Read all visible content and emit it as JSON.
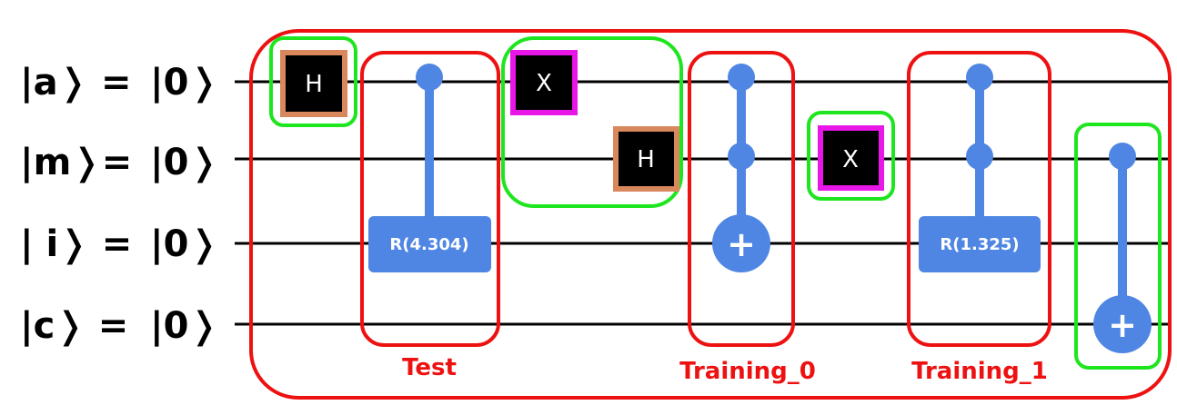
{
  "colors": {
    "wire": "#000000",
    "gate_fill": "#000000",
    "h_border": "#d9875c",
    "x_border": "#e817e8",
    "control": "#4f86e3",
    "group_red": "#ee1111",
    "group_green": "#1ee61e"
  },
  "qubits": [
    {
      "label": "|a❭ =",
      "state": "|0❭"
    },
    {
      "label": "|m❭=",
      "state": "|0❭"
    },
    {
      "label": "| i❭ =",
      "state": "|0❭"
    },
    {
      "label": "|c❭ =",
      "state": "|0❭"
    }
  ],
  "gates": {
    "h_label": "H",
    "x_label": "X",
    "rotation_1": "R(4.304)",
    "rotation_2": "R(1.325)",
    "target_symbol": "+"
  },
  "groups": {
    "test": "Test",
    "training_0": "Training_0",
    "training_1": "Training_1"
  }
}
